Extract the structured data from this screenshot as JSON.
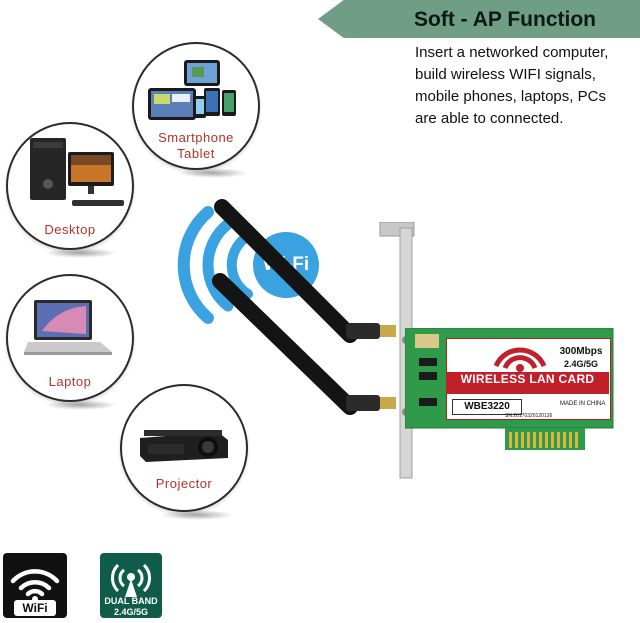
{
  "banner": {
    "title": "Soft - AP Function",
    "lines": [
      "Insert a networked computer,",
      "build wireless WIFI signals,",
      "mobile phones, laptops, PCs",
      "are able to connected."
    ]
  },
  "devices": {
    "smartphone_tablet": {
      "line1": "Smartphone",
      "line2": "Tablet"
    },
    "desktop": "Desktop",
    "laptop": "Laptop",
    "projector": "Projector"
  },
  "wifi_bubble": "Wi-Fi",
  "card": {
    "speed": "300Mbps",
    "band": "2.4G/5G",
    "name": "WIRELESS LAN CARD",
    "model": "WBE3220",
    "made_in": "MADE IN CHINA",
    "serial": "SN:20170320120126"
  },
  "badges": {
    "wifi": "WiFi",
    "band_line1": "DUAL BAND",
    "band_line2": "2.4G/5G"
  },
  "colors": {
    "banner": "#6f9d86",
    "label_red": "#b2332a",
    "wifi_blue": "#3aa2e0",
    "card_red": "#c0202a",
    "pcb_green": "#2f9a4a",
    "badge_green": "#0f5c48"
  }
}
